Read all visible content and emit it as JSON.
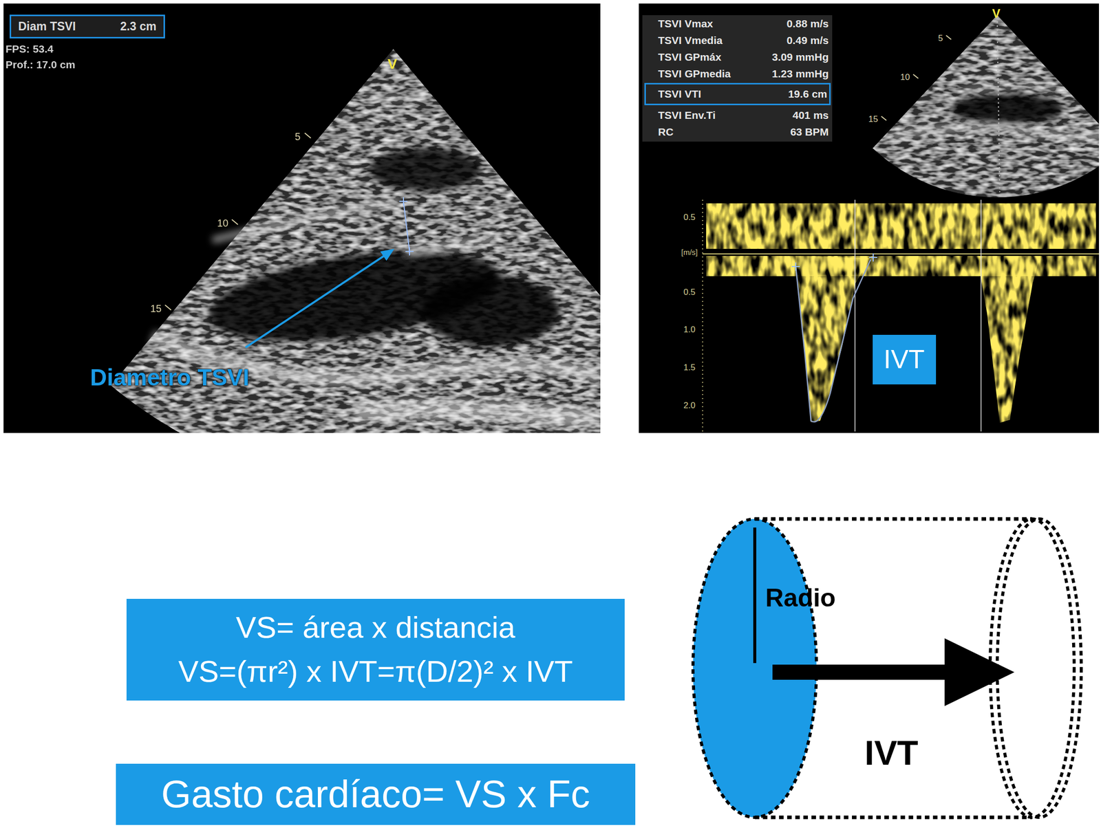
{
  "diagram": {
    "nodes": [
      {
        "text": [
          "Diam TSVI",
          "2.3 cm"
        ]
      },
      {
        "text": [
          "TSVI VTI",
          "19.6 cm"
        ]
      },
      {
        "text": [
          "IVT"
        ]
      },
      {
        "text": [
          "VS= área x distancia",
          "VS=(πr²) x IVT=π(D/2)² x IVT"
        ]
      },
      {
        "text": [
          "Gasto cardíaco= VS x Fc"
        ]
      },
      {
        "text": [
          "Radio",
          "IVT"
        ]
      }
    ],
    "labels": [
      "FPS: 53.4",
      "Prof.: 17.0 cm",
      "V",
      "5",
      "10",
      "15",
      "Diametro TSVI",
      "TSVI Vmax",
      "0.88 m/s",
      "TSVI Vmedia",
      "0.49 m/s",
      "TSVI GPmáx",
      "3.09 mmHg",
      "TSVI GPmedia",
      "1.23 mmHg",
      "TSVI Env.Ti",
      "401 ms",
      "RC",
      "63 BPM",
      "V",
      "5",
      "10",
      "15",
      "0.5",
      "[m/s]",
      "0.5",
      "1.0",
      "1.5",
      "2.0"
    ]
  }
}
